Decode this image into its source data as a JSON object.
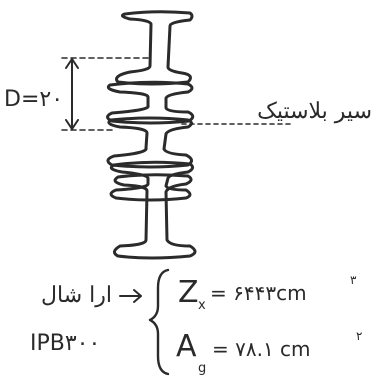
{
  "drawing": {
    "dimension_label": "D=۲۰",
    "side_note": "سیر بلاستیک",
    "section_label": "IPB۳۰۰",
    "section_note": "ارا شال",
    "zx_symbol": "Z",
    "zx_subscript": "x",
    "zx_value": "= ۶۴۴۳cm",
    "zx_unit_power": "۳",
    "area_symbol": "A",
    "area_subscript": "g",
    "area_value": "= ۷۸.۱ cm",
    "area_unit_power": "۲"
  },
  "colors": {
    "ink": "#2b2b2b",
    "paper": "#ffffff"
  }
}
